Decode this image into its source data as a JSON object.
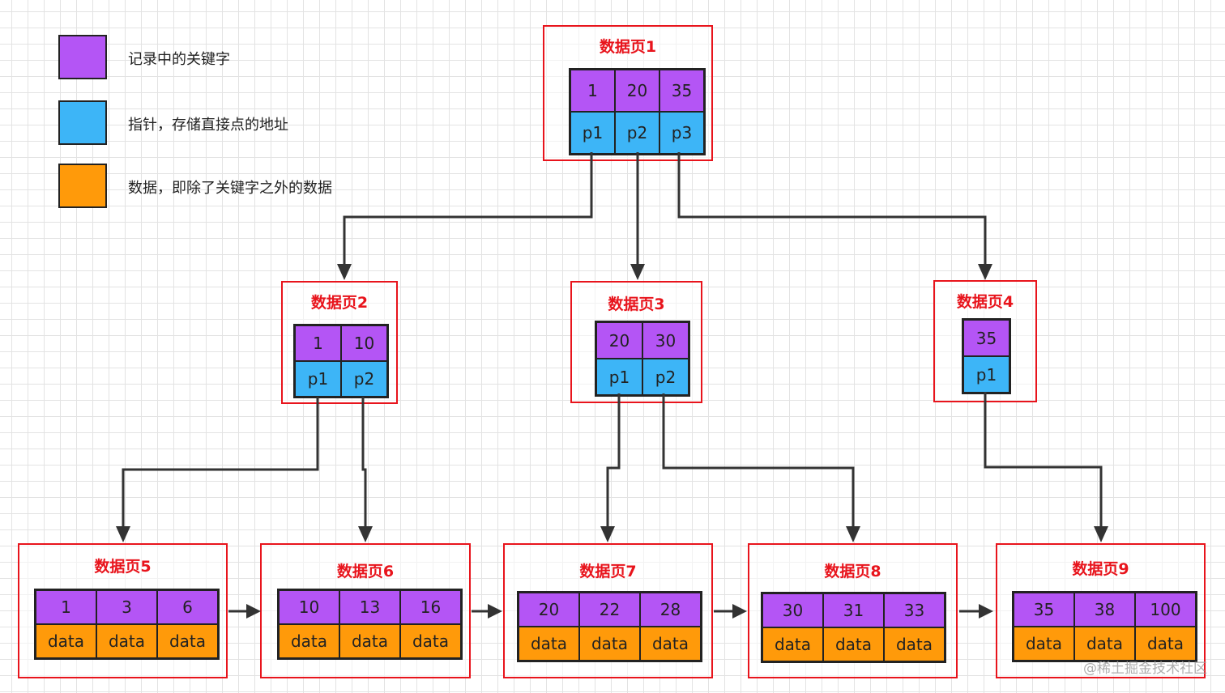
{
  "legend": [
    {
      "label": "记录中的关键字",
      "color": "#b455f5"
    },
    {
      "label": "指针，存储直接点的地址",
      "color": "#3db5f7"
    },
    {
      "label": "数据，即除了关键字之外的数据",
      "color": "#ff9a0a"
    }
  ],
  "pages": {
    "p1": {
      "title": "数据页1",
      "keys": [
        "1",
        "20",
        "35"
      ],
      "ptrs": [
        "p1",
        "p2",
        "p3"
      ]
    },
    "p2": {
      "title": "数据页2",
      "keys": [
        "1",
        "10"
      ],
      "ptrs": [
        "p1",
        "p2"
      ]
    },
    "p3": {
      "title": "数据页3",
      "keys": [
        "20",
        "30"
      ],
      "ptrs": [
        "p1",
        "p2"
      ]
    },
    "p4": {
      "title": "数据页4",
      "keys": [
        "35"
      ],
      "ptrs": [
        "p1"
      ]
    },
    "p5": {
      "title": "数据页5",
      "keys": [
        "1",
        "3",
        "6"
      ],
      "data": [
        "data",
        "data",
        "data"
      ]
    },
    "p6": {
      "title": "数据页6",
      "keys": [
        "10",
        "13",
        "16"
      ],
      "data": [
        "data",
        "data",
        "data"
      ]
    },
    "p7": {
      "title": "数据页7",
      "keys": [
        "20",
        "22",
        "28"
      ],
      "data": [
        "data",
        "data",
        "data"
      ]
    },
    "p8": {
      "title": "数据页8",
      "keys": [
        "30",
        "31",
        "33"
      ],
      "data": [
        "data",
        "data",
        "data"
      ]
    },
    "p9": {
      "title": "数据页9",
      "keys": [
        "35",
        "38",
        "100"
      ],
      "data": [
        "data",
        "data",
        "data"
      ]
    }
  },
  "watermark": "@稀土掘金技术社区"
}
